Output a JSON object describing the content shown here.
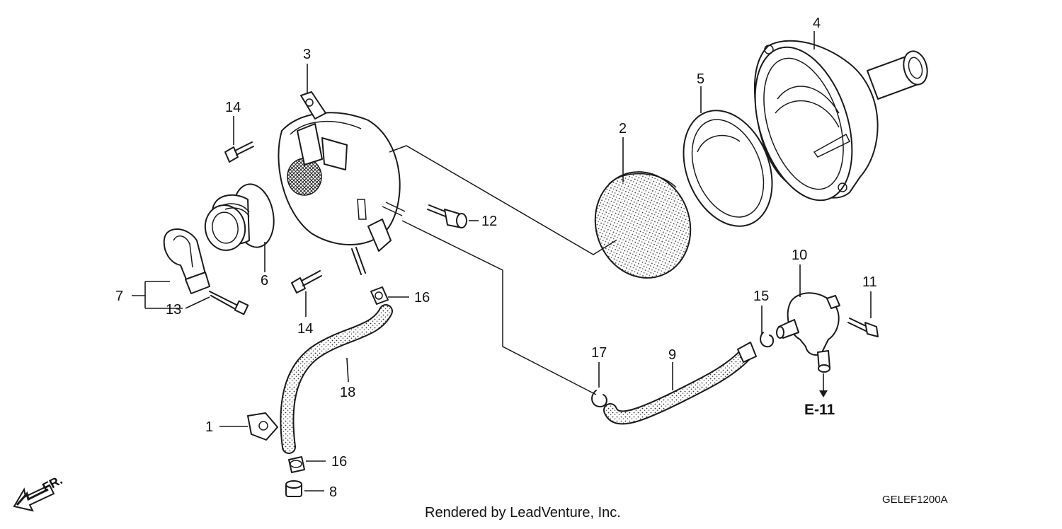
{
  "diagram": {
    "callouts": [
      {
        "id": "c3",
        "label": "3"
      },
      {
        "id": "c14a",
        "label": "14"
      },
      {
        "id": "c4",
        "label": "4"
      },
      {
        "id": "c5",
        "label": "5"
      },
      {
        "id": "c2",
        "label": "2"
      },
      {
        "id": "c12",
        "label": "12"
      },
      {
        "id": "c6",
        "label": "6"
      },
      {
        "id": "c7",
        "label": "7"
      },
      {
        "id": "c13",
        "label": "13"
      },
      {
        "id": "c14b",
        "label": "14"
      },
      {
        "id": "c16a",
        "label": "16"
      },
      {
        "id": "c10",
        "label": "10"
      },
      {
        "id": "c11",
        "label": "11"
      },
      {
        "id": "c15",
        "label": "15"
      },
      {
        "id": "c17",
        "label": "17"
      },
      {
        "id": "c9",
        "label": "9"
      },
      {
        "id": "c18",
        "label": "18"
      },
      {
        "id": "c1",
        "label": "1"
      },
      {
        "id": "c16b",
        "label": "16"
      },
      {
        "id": "c8",
        "label": "8"
      }
    ],
    "reference": "E-11",
    "front_marker": "FR.",
    "diagram_code": "GELEF1200A",
    "credit": "Rendered by LeadVenture, Inc."
  }
}
